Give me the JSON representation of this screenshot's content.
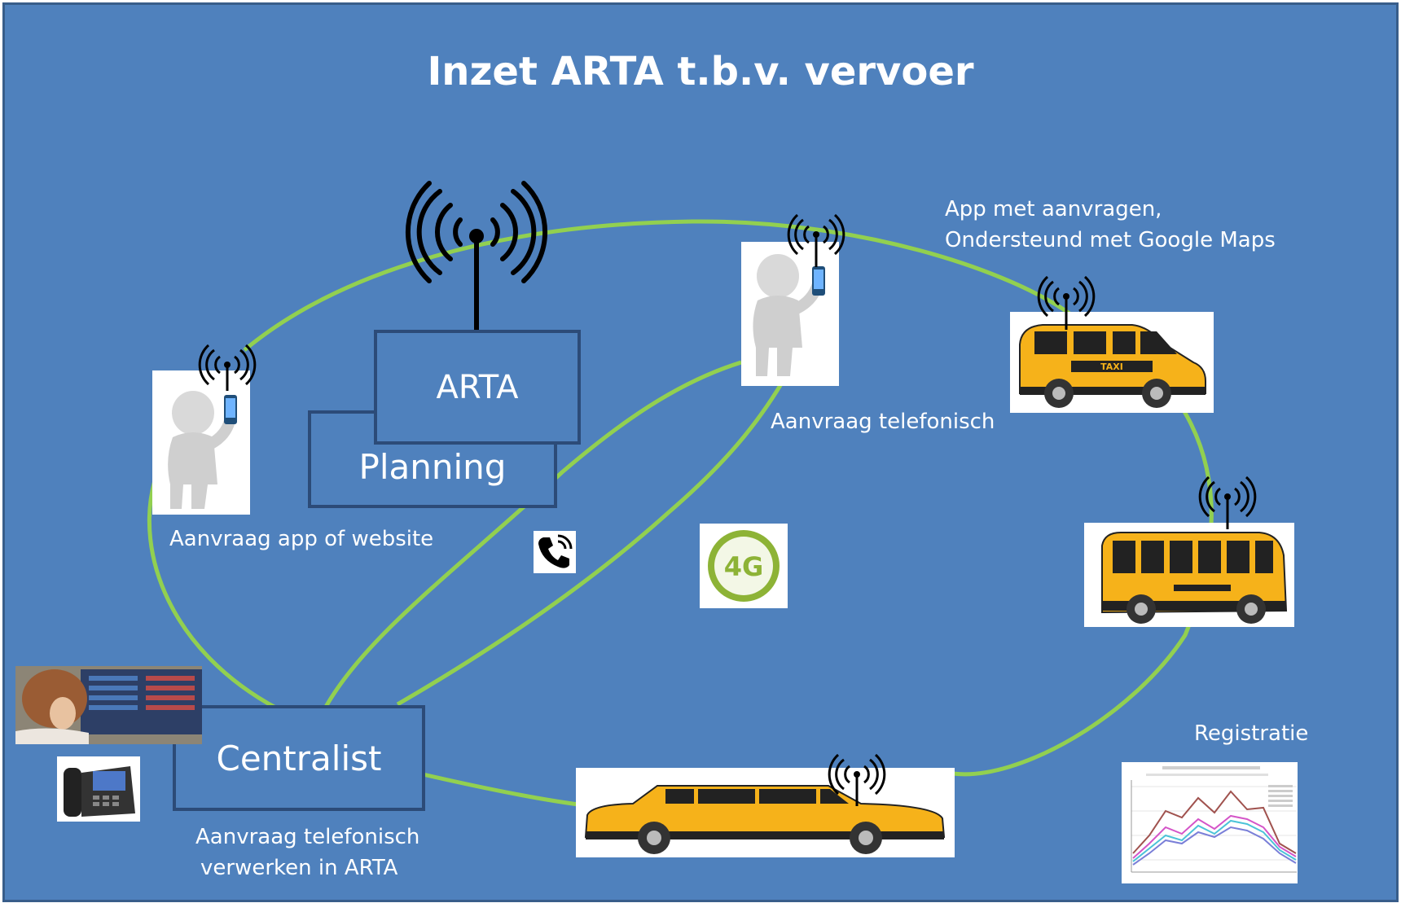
{
  "title": "Inzet ARTA t.b.v. vervoer",
  "nodes": {
    "arta": "ARTA",
    "planning": "Planning",
    "centralist": "Centralist"
  },
  "labels": {
    "app_website": "Aanvraag app of website",
    "telefonisch": "Aanvraag telefonisch",
    "app_google_line1": "App met aanvragen,",
    "app_google_line2": "Ondersteund met Google Maps",
    "centralist_line1": "Aanvraag telefonisch",
    "centralist_line2": "verwerken in ARTA",
    "registratie": "Registratie"
  },
  "badges": {
    "network": "4G",
    "taxi_sign": "TAXI"
  },
  "colors": {
    "background": "#4f81bd",
    "box_border": "#2c4b78",
    "connector": "#92d050",
    "vehicle": "#f6b21a"
  }
}
